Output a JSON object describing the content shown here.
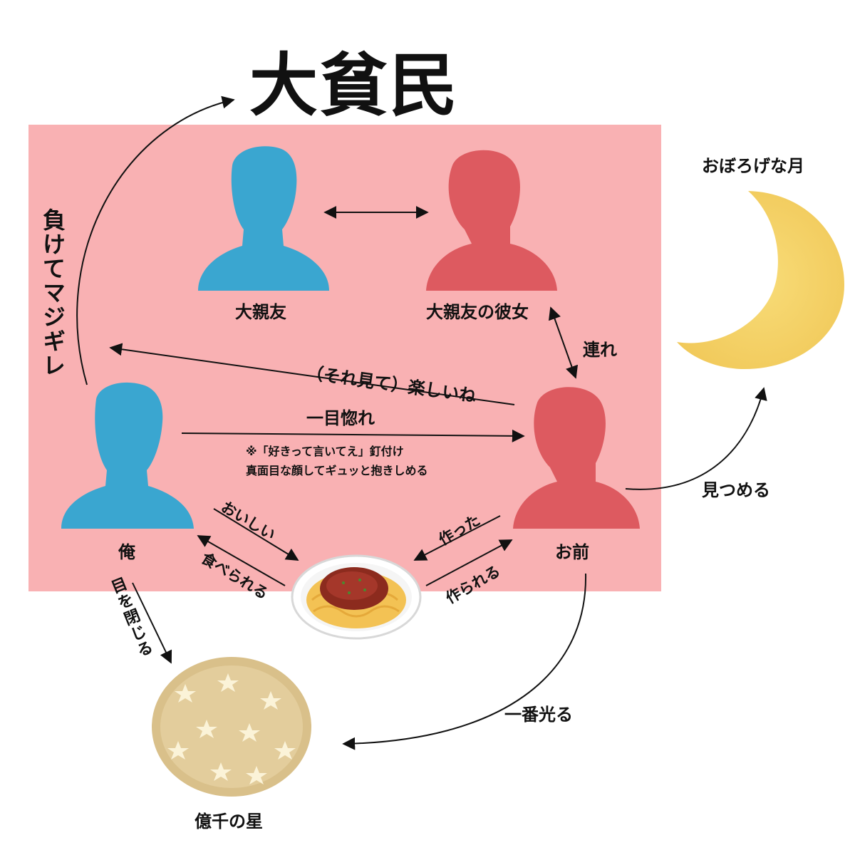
{
  "title": "大貧民",
  "nodes": {
    "best_friend": "大親友",
    "best_friend_girlfriend": "大親友の彼女",
    "me": "俺",
    "you": "お前",
    "moon": "おぼろげな月",
    "stars": "億千の星"
  },
  "edges": {
    "lose_angry": "負けてマジギレ",
    "with": "連れ",
    "fun": "（それ見て）楽しいね",
    "love_first_sight": "一目惚れ",
    "note_line1": "※「好きって言いてえ」釘付け",
    "note_line2": "真面目な顔してギュッと抱きしめる",
    "delicious": "おいしい",
    "be_eaten": "食べられる",
    "made": "作った",
    "be_made": "作られる",
    "stare": "見つめる",
    "close_eyes": "目を閉じる",
    "shine_most": "一番光る"
  },
  "colors": {
    "pink_background": "#f9b1b3",
    "male_silhouette": "#3aa6d0",
    "female_silhouette": "#dd5a60",
    "moon": "#f6d66e",
    "stars_cloud": "#d9c08a"
  },
  "icons": {
    "best_friend": "male-silhouette-icon",
    "best_friend_girlfriend": "female-silhouette-icon",
    "me": "male-silhouette-icon",
    "you": "female-silhouette-icon",
    "spaghetti": "spaghetti-bolognese-icon",
    "moon": "crescent-moon-icon",
    "stars": "star-cluster-icon"
  }
}
